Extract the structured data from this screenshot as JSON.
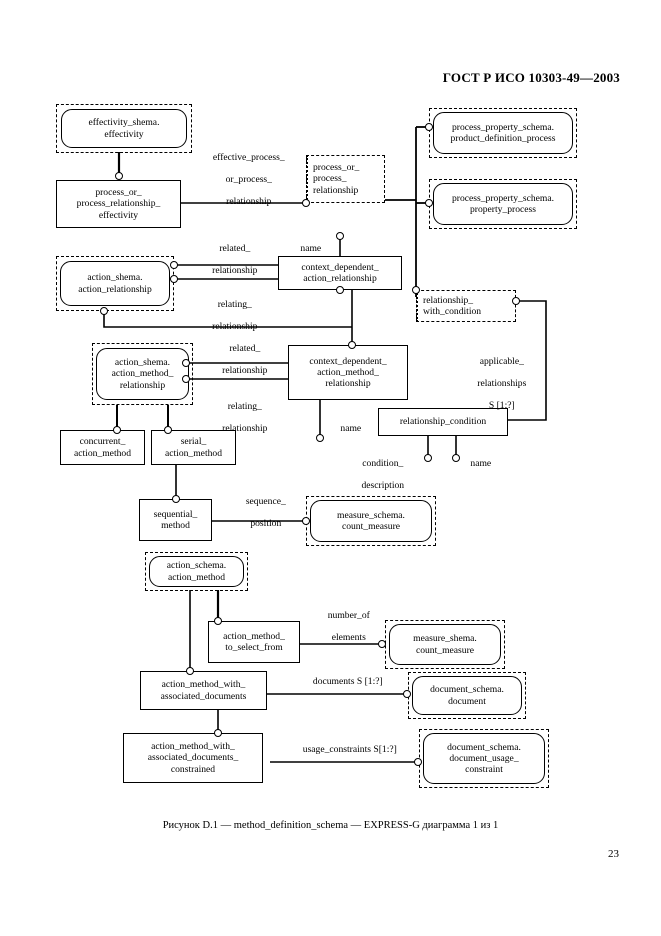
{
  "document": {
    "header": "ГОСТ Р ИСО 10303-49—2003",
    "figure_caption": "Рисунок D.1 — method_definition_schema — EXPRESS-G диаграмма 1 из 1",
    "page_number": "23"
  },
  "diagram": {
    "type": "EXPRESS-G",
    "nodes": [
      {
        "id": "effectivity_schema_effectivity",
        "kind": "interfaced-entity",
        "lines": [
          "effectivity_shema.",
          "effectivity"
        ]
      },
      {
        "id": "process_or_process_relationship_effectivity",
        "kind": "entity",
        "lines": [
          "process_or_",
          "process_relationship_",
          "effectivity"
        ]
      },
      {
        "id": "process_or_process_relationship",
        "kind": "select-type",
        "lines": [
          "process_or_",
          "process_",
          "relationship"
        ]
      },
      {
        "id": "process_property_schema_product_definition_process",
        "kind": "interfaced-entity",
        "lines": [
          "process_property_schema.",
          "product_definition_process"
        ]
      },
      {
        "id": "process_property_schema_property_process",
        "kind": "interfaced-entity",
        "lines": [
          "process_property_schema.",
          "property_process"
        ]
      },
      {
        "id": "action_schema_action_relationship",
        "kind": "interfaced-entity",
        "lines": [
          "action_shema.",
          "action_relationship"
        ]
      },
      {
        "id": "context_dependent_action_relationship",
        "kind": "entity",
        "lines": [
          "context_dependent_",
          "action_relationship"
        ]
      },
      {
        "id": "relationship_with_condition",
        "kind": "select-type",
        "lines": [
          "relationship_",
          "with_condition"
        ]
      },
      {
        "id": "action_schema_action_method_relationship",
        "kind": "interfaced-entity",
        "lines": [
          "action_shema.",
          "action_method_",
          "relationship"
        ]
      },
      {
        "id": "context_dependent_action_method_relationship",
        "kind": "entity",
        "lines": [
          "context_dependent_",
          "action_method_",
          "relationship"
        ]
      },
      {
        "id": "relationship_condition",
        "kind": "entity",
        "lines": [
          "relationship_condition"
        ]
      },
      {
        "id": "concurrent_action_method",
        "kind": "entity",
        "lines": [
          "concurrent_",
          "action_method"
        ]
      },
      {
        "id": "serial_action_method",
        "kind": "entity",
        "lines": [
          "serial_",
          "action_method"
        ]
      },
      {
        "id": "sequential_method",
        "kind": "entity",
        "lines": [
          "sequential_",
          "method"
        ]
      },
      {
        "id": "measure_schema_count_measure_1",
        "kind": "interfaced-entity",
        "lines": [
          "measure_schema.",
          "count_measure"
        ]
      },
      {
        "id": "action_schema_action_method",
        "kind": "interfaced-entity",
        "lines": [
          "action_schema.",
          "action_method"
        ]
      },
      {
        "id": "action_method_to_select_from",
        "kind": "entity",
        "lines": [
          "action_method_",
          "to_select_from"
        ]
      },
      {
        "id": "measure_schema_count_measure_2",
        "kind": "interfaced-entity",
        "lines": [
          "measure_shema.",
          "count_measure"
        ]
      },
      {
        "id": "action_method_with_associated_documents",
        "kind": "entity",
        "lines": [
          "action_method_with_",
          "associated_documents"
        ]
      },
      {
        "id": "document_schema_document",
        "kind": "interfaced-entity",
        "lines": [
          "document_schema.",
          "document"
        ]
      },
      {
        "id": "action_method_with_associated_documents_constrained",
        "kind": "entity",
        "lines": [
          "action_method_with_",
          "associated_documents_",
          "constrained"
        ]
      },
      {
        "id": "document_schema_document_usage_constraint",
        "kind": "interfaced-entity",
        "lines": [
          "document_schema.",
          "document_usage_",
          "constraint"
        ]
      }
    ],
    "attribute_labels": [
      {
        "id": "effective_process_or_process_relationship",
        "lines": [
          "effective_process_",
          "or_process_",
          "relationship"
        ]
      },
      {
        "id": "related_relationship_1",
        "lines": [
          "related_",
          "relationship"
        ]
      },
      {
        "id": "name_1",
        "lines": [
          "name"
        ]
      },
      {
        "id": "relating_relationship_1",
        "lines": [
          "relating_",
          "relationship"
        ]
      },
      {
        "id": "related_relationship_2",
        "lines": [
          "related_",
          "relationship"
        ]
      },
      {
        "id": "relating_relationship_2",
        "lines": [
          "relating_",
          "relationship"
        ]
      },
      {
        "id": "applicable_relationships",
        "lines": [
          "applicable_",
          "relationships",
          "S [1:?]"
        ]
      },
      {
        "id": "name_2",
        "lines": [
          "name"
        ]
      },
      {
        "id": "condition_description",
        "lines": [
          "condition_",
          "description"
        ]
      },
      {
        "id": "name_3",
        "lines": [
          "name"
        ]
      },
      {
        "id": "sequence_position",
        "lines": [
          "sequence_",
          "position"
        ]
      },
      {
        "id": "number_of_elements",
        "lines": [
          "number_of",
          "elements"
        ]
      },
      {
        "id": "documents",
        "lines": [
          "documents S [1:?]"
        ]
      },
      {
        "id": "usage_constraints",
        "lines": [
          "usage_constraints S[1:?]"
        ]
      }
    ]
  }
}
